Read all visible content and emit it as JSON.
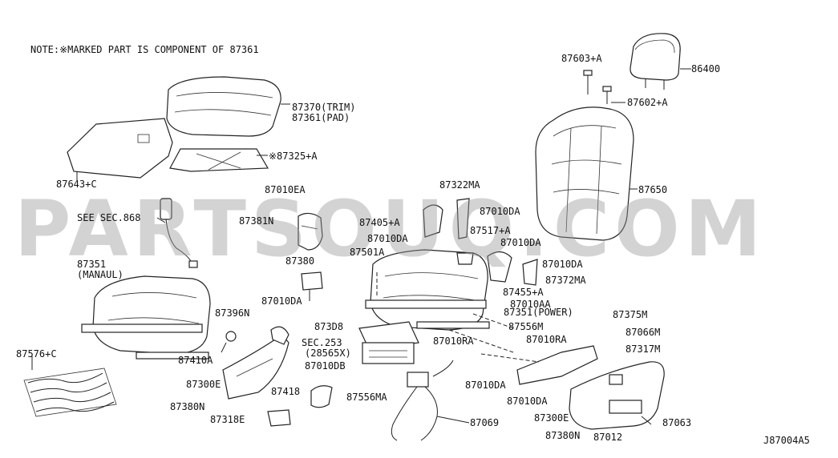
{
  "note": "NOTE:※MARKED PART IS COMPONENT OF 87361",
  "watermark": "PARTSOUQ.COM",
  "diagram_id": "J87004A5",
  "labels": {
    "p87603": "87603+A",
    "p86400": "86400",
    "p87602": "87602+A",
    "p87370": "87370(TRIM)",
    "p87361": "87361(PAD)",
    "p87325": "※87325+A",
    "p87643": "87643+C",
    "p87010ea": "87010EA",
    "p87650": "87650",
    "p87322ma": "87322MA",
    "seesec868": "SEE SEC.868",
    "p87381n": "87381N",
    "p87405": "87405+A",
    "p87010da1": "87010DA",
    "p87010da2": "87010DA",
    "p87517": "87517+A",
    "p87010da3": "87010DA",
    "p87380": "87380",
    "p87501a": "87501A",
    "p87010da4": "87010DA",
    "p87351m": "87351",
    "manual": "(MANAUL)",
    "p87372ma": "87372MA",
    "p87455": "87455+A",
    "p87010da5": "87010DA",
    "p87010aa": "87010AA",
    "p87396n": "87396N",
    "p87351p": "87351(POWER)",
    "p87375m": "87375M",
    "p873d8": "873D8",
    "p87556m": "87556M",
    "p87066m": "87066M",
    "sec253": "SEC.253",
    "p28565x": "(28565X)",
    "p87010ra1": "87010RA",
    "p87010ra2": "87010RA",
    "p87317m": "87317M",
    "p87576": "87576+C",
    "p87410a": "87410A",
    "p87010db": "87010DB",
    "p87300e1": "87300E",
    "p87010da6": "87010DA",
    "p87418": "87418",
    "p87556ma": "87556MA",
    "p87010da7": "87010DA",
    "p87380n1": "87380N",
    "p87318e": "87318E",
    "p87069": "87069",
    "p87300e2": "87300E",
    "p87063": "87063",
    "p87380n2": "87380N",
    "p87012": "87012"
  }
}
